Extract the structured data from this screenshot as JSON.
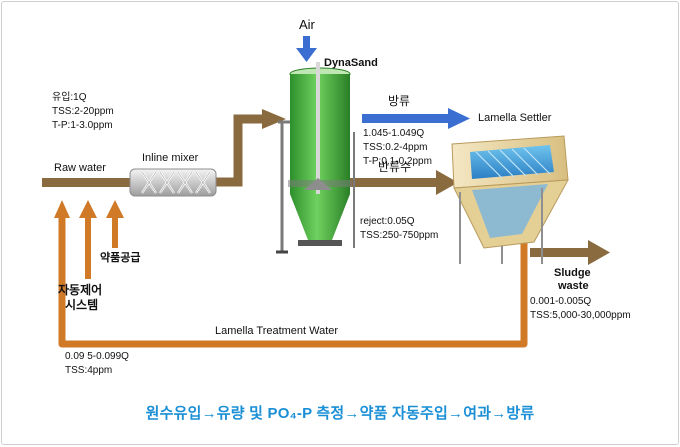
{
  "labels": {
    "air": "Air",
    "dynasand": "DynaSand",
    "inflow_lines": [
      "유입:1Q",
      "TSS:2-20ppm",
      "T-P:1-3.0ppm"
    ],
    "raw_water": "Raw water",
    "inline_mixer": "Inline mixer",
    "discharge": "방류",
    "lamella_settler": "Lamella Settler",
    "discharge_lines": [
      "1.045-1.049Q",
      "TSS:0.2-4ppm",
      "T-P:0.1-0.2ppm"
    ],
    "return_flow": "반류수",
    "reject_lines": [
      "reject:0.05Q",
      "TSS:250-750ppm"
    ],
    "chemical_supply": "약품공급",
    "auto_control_lines": [
      "자동제어",
      "시스템"
    ],
    "sludge_lines": [
      "Sludge",
      "waste"
    ],
    "sludge_values": [
      "0.001-0.005Q",
      "TSS:5,000-30,000ppm"
    ],
    "lamella_treatment_water": "Lamella Treatment Water",
    "recycle_lines": [
      "0.09 5-0.099Q",
      "TSS:4ppm"
    ]
  },
  "caption": "원수유입→유량 및 PO₄-P 측정→약품 자동주입→여과→방류",
  "colors": {
    "pipe_brown": "#8a6a3f",
    "pipe_orange": "#d07a28",
    "arrow_blue": "#3a6fd1",
    "filter_green": "#3fae3a",
    "settler_tan": "#e9d6a2",
    "caption_blue": "#1a8fd6"
  }
}
